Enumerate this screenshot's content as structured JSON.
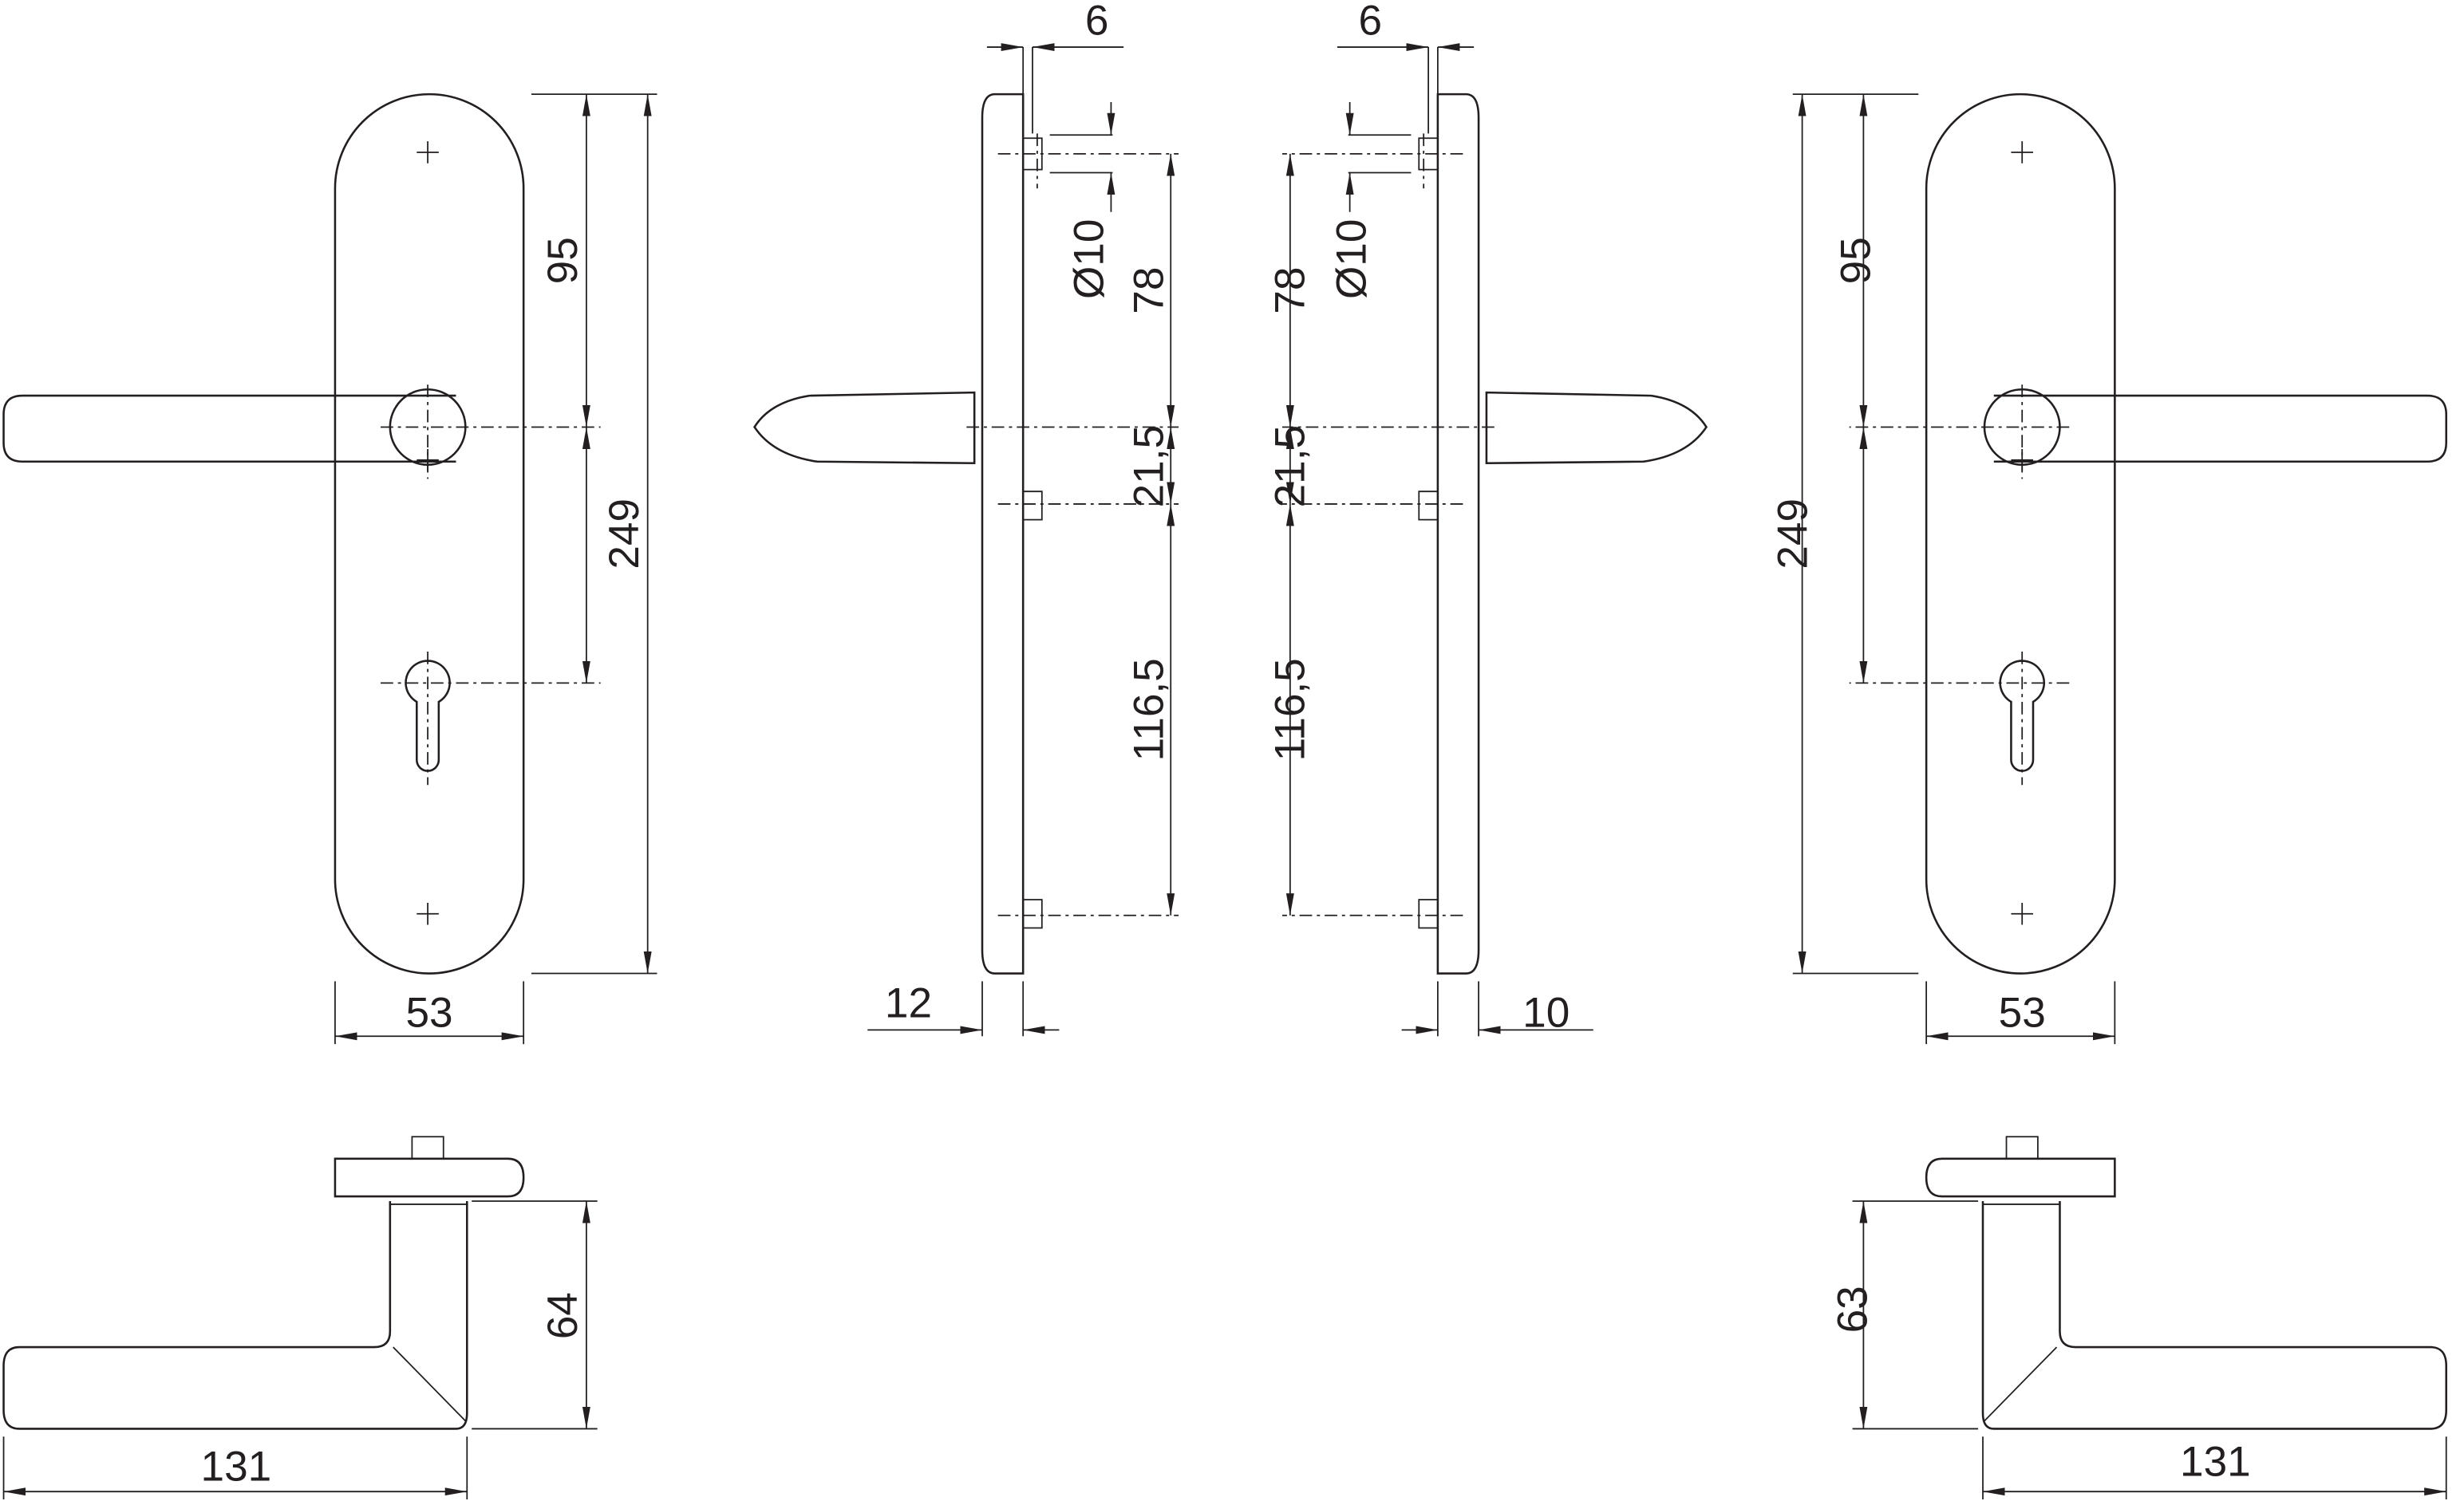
{
  "drawing": {
    "front_left": {
      "dim_top_to_handle": "95",
      "dim_total_height": "249",
      "dim_width": "53"
    },
    "side_left": {
      "dim_plate_offset": "6",
      "dim_diameter": "Ø10",
      "dim_top": "78",
      "dim_mid": "21,5",
      "dim_bottom": "116,5",
      "dim_thickness": "12"
    },
    "side_right": {
      "dim_plate_offset": "6",
      "dim_diameter": "Ø10",
      "dim_top": "78",
      "dim_mid": "21,5",
      "dim_bottom": "116,5",
      "dim_thickness": "10"
    },
    "front_right": {
      "dim_top_to_handle": "95",
      "dim_total_height": "249",
      "dim_width": "53"
    },
    "bottom_left": {
      "dim_height": "64",
      "dim_length": "131"
    },
    "bottom_right": {
      "dim_height": "63",
      "dim_length": "131"
    },
    "line_color": "#231f20"
  }
}
